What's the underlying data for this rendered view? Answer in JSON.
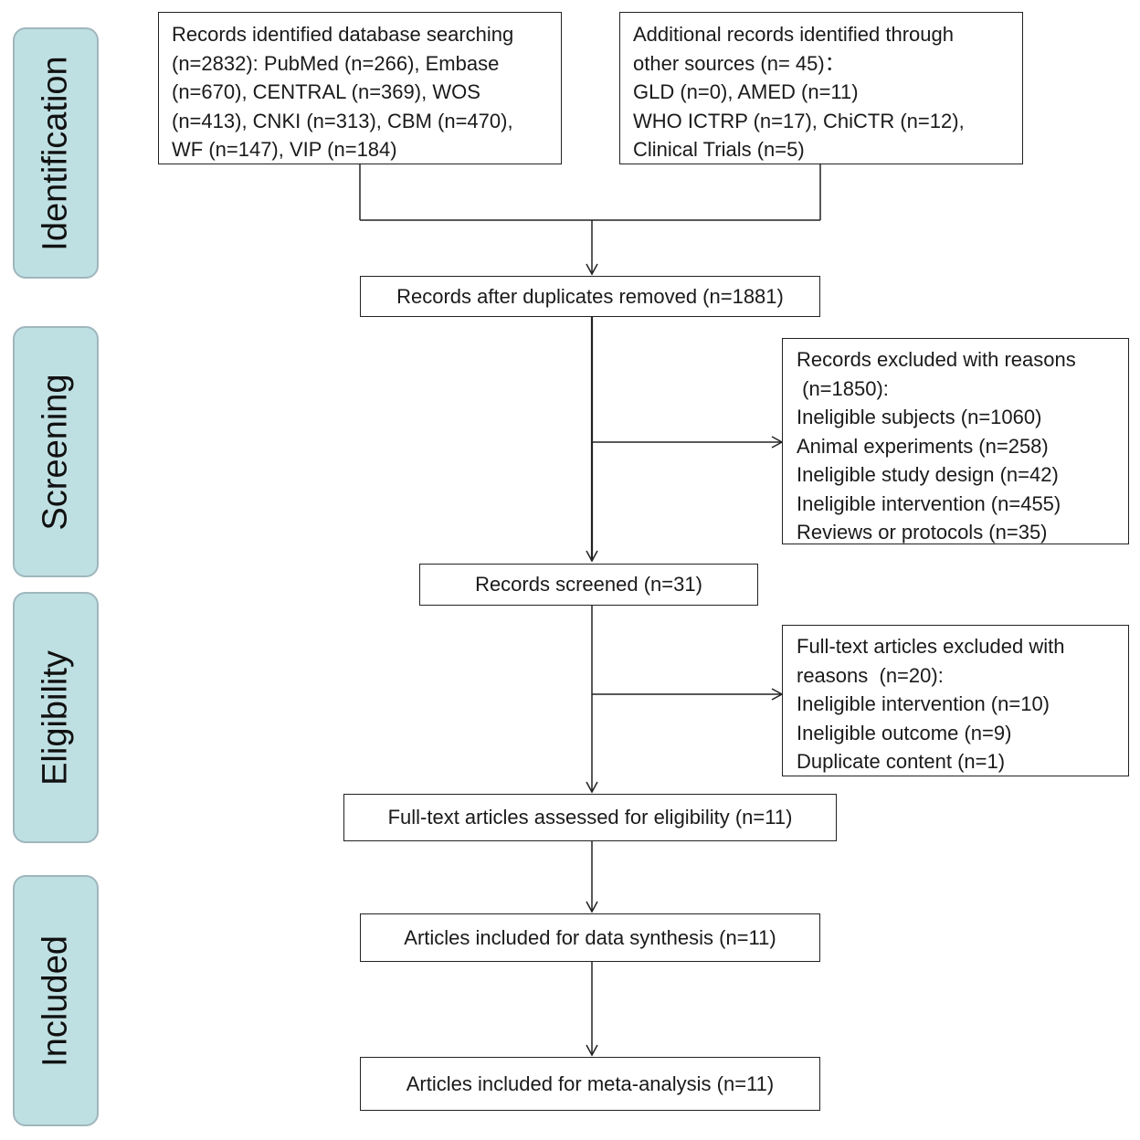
{
  "stages": [
    {
      "id": "identification",
      "label": "Identification"
    },
    {
      "id": "screening",
      "label": "Screening"
    },
    {
      "id": "eligibility",
      "label": "Eligibility"
    },
    {
      "id": "included",
      "label": "Included"
    }
  ],
  "boxes": {
    "database_search": {
      "lines": [
        "Records identified database searching",
        "(n=2832): PubMed (n=266),  Embase",
        "(n=670), CENTRAL (n=369), WOS",
        "(n=413), CNKI (n=313), CBM (n=470),",
        "WF (n=147), VIP (n=184)"
      ]
    },
    "other_sources": {
      "lines": [
        "Additional records identified through",
        "other sources (n= 45)：",
        "GLD (n=0), AMED (n=11)",
        "WHO ICTRP (n=17), ChiCTR (n=12),",
        "Clinical Trials (n=5)"
      ]
    },
    "duplicates_removed": {
      "text": "Records after duplicates removed (n=1881)"
    },
    "excluded_reasons": {
      "lines": [
        "Records excluded with reasons",
        " (n=1850):",
        "Ineligible subjects (n=1060)",
        "Animal experiments (n=258)",
        "Ineligible study design (n=42)",
        "Ineligible intervention (n=455)",
        "Reviews or protocols (n=35)"
      ]
    },
    "screened": {
      "text": "Records screened (n=31)"
    },
    "fulltext_excluded": {
      "lines": [
        "Full-text articles excluded with",
        "reasons  (n=20):",
        "Ineligible intervention (n=10)",
        "Ineligible outcome (n=9)",
        "Duplicate content (n=1)"
      ]
    },
    "assessed": {
      "text": "Full-text articles assessed for eligibility (n=11)"
    },
    "synthesis": {
      "text": "Articles included for data synthesis (n=11)"
    },
    "meta_analysis": {
      "text": "Articles included for meta-analysis (n=11)"
    }
  },
  "colors": {
    "stage_fill": "#bfe0e3",
    "stage_border": "#9fb6bd",
    "line": "#222222"
  }
}
